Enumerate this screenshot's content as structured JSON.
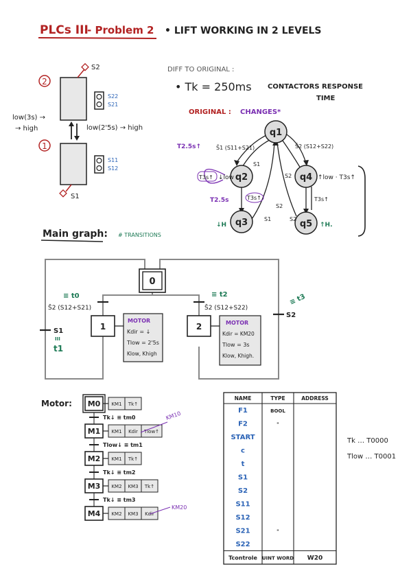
{
  "colors": {
    "ink": "#222222",
    "red": "#b22222",
    "blue": "#2b63b6",
    "purple": "#7a2fb2",
    "green": "#1d7a55",
    "box_fill": "#e8e8e8",
    "state_fill": "#dcdcdc"
  },
  "header": {
    "title": "PLCs III",
    "problem": "- Problem 2",
    "bullet_text": "• LIFT WORKING IN 2 LEVELS"
  },
  "lift": {
    "level_top_num": "2",
    "level_bottom_num": "1",
    "s2": "S2",
    "s22": "S22",
    "s21": "S21",
    "s11": "S11",
    "s12": "S12",
    "s1": "S1",
    "low_left_1": "low(3s) →",
    "low_left_2": "→ high",
    "low_right": "low(2'5s) → high"
  },
  "diff": {
    "heading": "DIFF TO ORIGINAL :",
    "tk": "• Tk = 250ms",
    "response_1": "CONTACTORS RESPONSE",
    "response_2": "TIME",
    "original": "ORIGINAL :",
    "changes": "CHANGES*"
  },
  "states": {
    "q1": "q1",
    "q2": "q2",
    "q3": "q3",
    "q4": "q4",
    "q5": "q5",
    "t_low_left": "T2.5s↑",
    "t3s": "T3s↑",
    "low_q2": "↓low",
    "t25_mid": "T2.5s",
    "t3s_mid": "T3s↑",
    "h_left": "↓H",
    "h_right": "↑H.",
    "low_q4": "↑low · T3s↑",
    "t3s_q4": "T3s↑",
    "s1_a": "S1",
    "s1_b": "S1",
    "s2_a": "S2",
    "s2_b": "S2",
    "s2_c": "S2",
    "tr_left": "S̄1 (S11+S21)",
    "tr_right": "S̄2 (S12+S22)"
  },
  "main_graph": {
    "title": "Main graph:",
    "note": "# TRANSITIONS",
    "step0": "0",
    "step1": "1",
    "step2": "2",
    "t0": "≡ t0",
    "t1": "t1",
    "t1_eq": "III",
    "t2": "≡ t2",
    "t3": "≡ t3",
    "tr_left": "S̄2 (S12+S21)",
    "tr_right": "S̄2 (S12+S22)",
    "s1_label": "S1",
    "s2_label": "S2",
    "box1": {
      "title": "MOTOR",
      "l1": "Kdir = ↓",
      "l2": "Tlow = 2'5s",
      "l3": "Klow, Khigh"
    },
    "box2": {
      "title": "MOTOR",
      "l1": "Kdir = KM20",
      "l2": "Tlow = 3s",
      "l3": "Klow, Khigh."
    }
  },
  "motor": {
    "title": "Motor:",
    "steps": [
      {
        "id": "M0",
        "actions": [
          "KM1",
          "Tk↑"
        ]
      },
      {
        "id": "M1",
        "actions": [
          "KM1",
          "Kdir",
          "Tlow↑"
        ]
      },
      {
        "id": "M2",
        "actions": [
          "KM1",
          "Tk↑"
        ]
      },
      {
        "id": "M3",
        "actions": [
          "KM2",
          "KM3",
          "Tk↑"
        ]
      },
      {
        "id": "M4",
        "actions": [
          "KM2",
          "KM3",
          "Kdir"
        ]
      }
    ],
    "transitions": [
      "Tk↓ ≡ tm0",
      "Tlow↓ ≡ tm1",
      "Tk↓ ≡ tm2",
      "Tk↓ ≡ tm3"
    ],
    "km10": "KM10",
    "km20": "KM20"
  },
  "table": {
    "headers": [
      "NAME",
      "TYPE",
      "ADDRESS"
    ],
    "rows": [
      [
        "F1",
        "BOOL",
        ""
      ],
      [
        "F2",
        "\"",
        ""
      ],
      [
        "START",
        "",
        ""
      ],
      [
        "c",
        "",
        ""
      ],
      [
        "t",
        "",
        ""
      ],
      [
        "S1",
        "",
        ""
      ],
      [
        "S2",
        "",
        ""
      ],
      [
        "S11",
        "",
        ""
      ],
      [
        "S12",
        "",
        ""
      ],
      [
        "S21",
        "\"",
        ""
      ],
      [
        "S22",
        "",
        ""
      ],
      [
        "Tcontrole",
        "UINT WORD",
        "W20"
      ]
    ]
  },
  "side_notes": {
    "tk": "Tk … T0000",
    "tlow": "Tlow … T0001"
  }
}
